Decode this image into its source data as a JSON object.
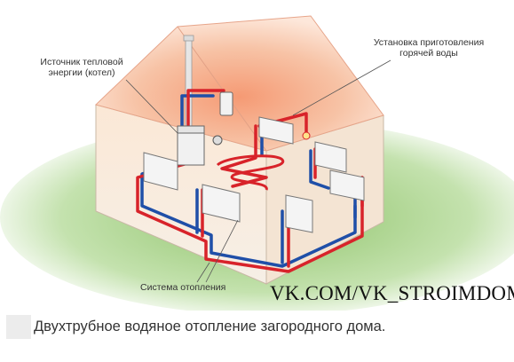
{
  "labels": {
    "heat_source": "Источник тепловой\nэнергии (котел)",
    "hot_water": "Установка приготовления\nгорячей воды",
    "heating_system": "Система отопления"
  },
  "watermark": "VK.COM/VK_STROIMDOM",
  "caption": "Двухтрубное водяное отопление загородного дома.",
  "colors": {
    "supply_pipe": "#d8232a",
    "return_pipe": "#1f4fa8",
    "roof": "#f4b08d",
    "walls": "#f9e6d4",
    "grass": "#a9cf8a"
  }
}
